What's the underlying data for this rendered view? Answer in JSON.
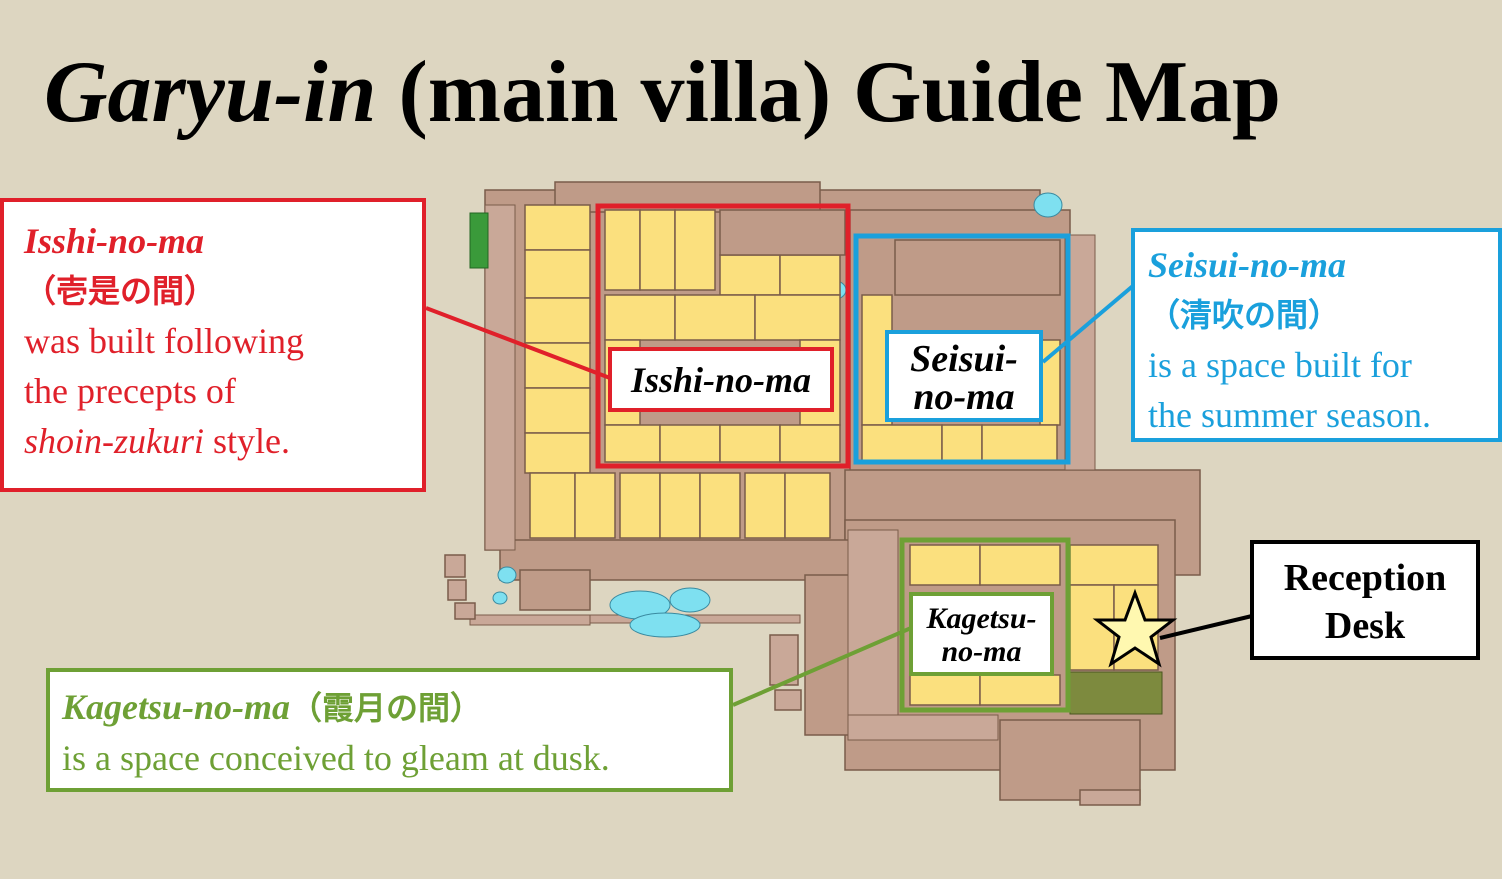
{
  "title": {
    "italic": "Garyu-in",
    "rest": " (main villa) Guide Map"
  },
  "rooms": {
    "isshi": {
      "label": "Isshi-no-ma",
      "callout": {
        "name": "Isshi-no-ma",
        "kanji": "（壱是の間）",
        "line1": "was built following",
        "line2": "the precepts of",
        "line3_italic": "shoin-zukuri",
        "line3_rest": " style."
      }
    },
    "seisui": {
      "label_line1": "Seisui-",
      "label_line2": "no-ma",
      "callout": {
        "name": "Seisui-no-ma",
        "kanji": "（清吹の間）",
        "line1": "is a space built for",
        "line2": "the summer season."
      }
    },
    "kagetsu": {
      "label_line1": "Kagetsu-",
      "label_line2": "no-ma",
      "callout": {
        "name": "Kagetsu-no-ma",
        "kanji": "（霞月の間）",
        "line1": "is a space conceived to gleam at dusk."
      }
    }
  },
  "reception": {
    "line1": "Reception",
    "line2": "Desk"
  },
  "colors": {
    "background": "#ddd6c1",
    "isshi": "#e0202a",
    "seisui": "#1aa0dc",
    "kagetsu": "#6ea035",
    "tatami": "#fbe07e",
    "floor": "#bf9b88",
    "pond": "#7ee0f0"
  }
}
